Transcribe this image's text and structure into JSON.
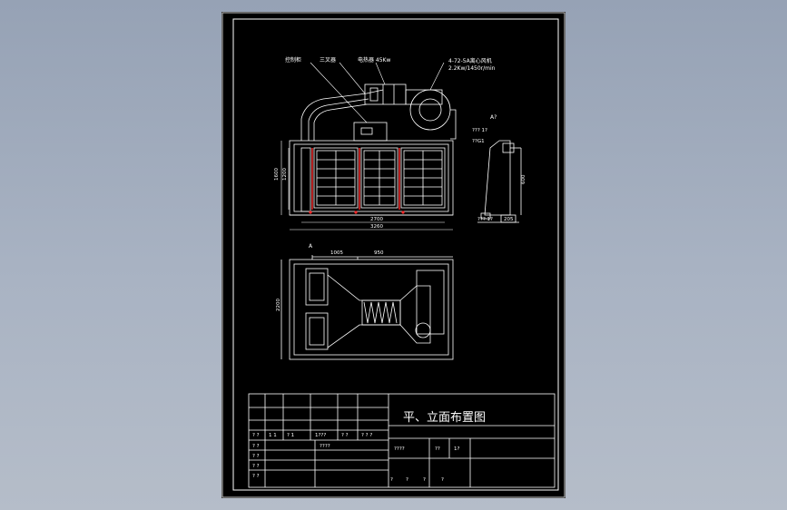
{
  "drawing": {
    "labels": {
      "control_cabinet": "控制柜",
      "three_way_valve": "三叉器",
      "heater": "电热器 45Kw",
      "fan_model": "4-72-5A离心风机",
      "fan_spec": "2.2Kw/1450r/min",
      "view_a": "A?",
      "side_note_1": "??? 1?",
      "side_note_2": "??G1",
      "side_note_3": "??? 1?",
      "section_a": "A"
    },
    "dimensions": {
      "height_total": "1600",
      "height_inner": "1200",
      "width_inner": "2700",
      "width_total": "3260",
      "plan_dim_1": "1005",
      "plan_dim_2": "950",
      "plan_depth": "2200",
      "side_height": "600",
      "side_base": "205"
    }
  },
  "title_block": {
    "title": "平、立面布置图",
    "cells_row1": [
      "? ?",
      "1 1",
      "? 1",
      "1???",
      "? ?",
      "? ? ?"
    ],
    "cells_row2": [
      "? ?",
      "????"
    ],
    "cells_row3": [
      "? ?"
    ],
    "cells_row4": [
      "? ?",
      "? ?"
    ],
    "right_mid": [
      "????",
      "??",
      "1?"
    ],
    "right_bottom": [
      "?",
      "?",
      "?",
      "?"
    ]
  }
}
